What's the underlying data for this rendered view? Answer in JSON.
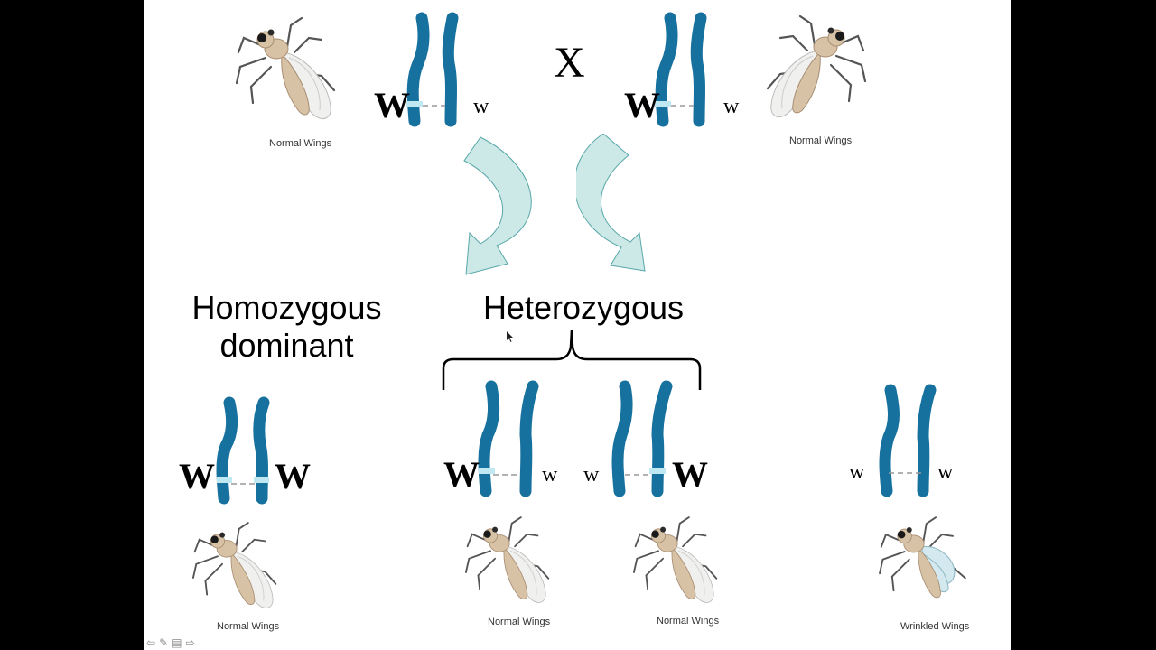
{
  "cross_symbol": "X",
  "alleles": {
    "dominant": "W",
    "recessive": "w"
  },
  "labels": {
    "homozygous_dominant": [
      "Homozygous",
      "dominant"
    ],
    "heterozygous": "Heterozygous"
  },
  "captions": {
    "parent_left": "Normal Wings",
    "parent_right": "Normal Wings",
    "child_1": "Normal Wings",
    "child_2": "Normal Wings",
    "child_3": "Normal Wings",
    "child_4": "Wrinkled Wings"
  },
  "colors": {
    "chromosome": "#17719e",
    "allele_band": "#bfe8f2",
    "arrow_fill": "#cce9e7",
    "fly_body": "#d8c2a6",
    "fly_wrinkled_wing": "#d3e8ef"
  },
  "nav_icons": [
    "arrow-left-icon",
    "pencil-icon",
    "menu-icon",
    "arrow-right-icon"
  ]
}
